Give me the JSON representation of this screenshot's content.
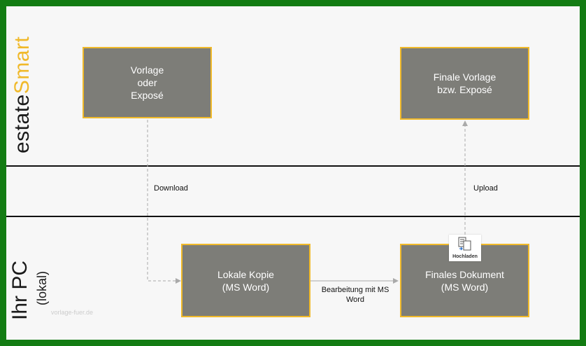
{
  "lanes": {
    "top": {
      "brand_prefix": "estate",
      "brand_suffix": "Smart"
    },
    "bottom": {
      "title": "Ihr PC",
      "subtitle": "(lokal)"
    }
  },
  "boxes": {
    "template": [
      "Vorlage",
      "oder",
      "Exposé"
    ],
    "final_template": [
      "Finale Vorlage",
      "bzw. Exposé"
    ],
    "local_copy": [
      "Lokale Kopie",
      "(MS Word)"
    ],
    "final_document": [
      "Finales Dokument",
      "(MS Word)"
    ]
  },
  "labels": {
    "download": "Download",
    "upload": "Upload",
    "edit": [
      "Bearbeitung mit MS",
      "Word"
    ]
  },
  "upload_badge": {
    "caption": "Hochladen",
    "icon": "upload-file-icon"
  },
  "watermark": "vorlage-fuer.de",
  "colors": {
    "frame": "#137c13",
    "box_fill": "#7d7d78",
    "box_border": "#f0b92a",
    "brand_accent": "#f0b92a",
    "arrow": "#aaaaaa"
  }
}
